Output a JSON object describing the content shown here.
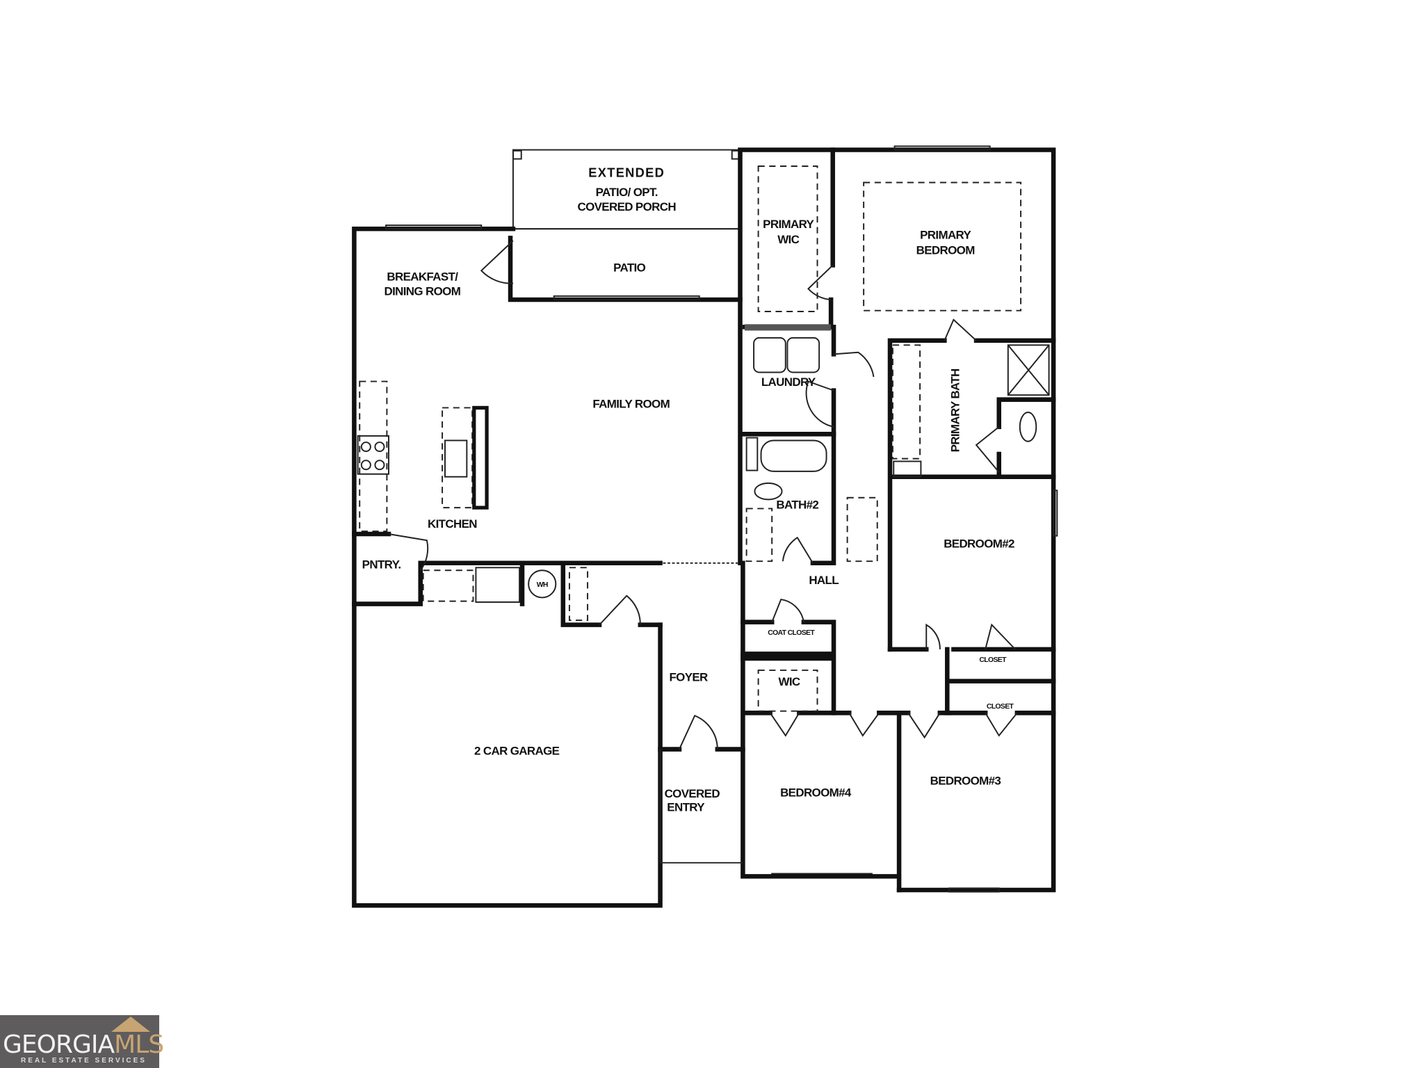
{
  "rooms": {
    "extended_1": "EXTENDED",
    "extended_2": "PATIO/ OPT.",
    "extended_3": "COVERED PORCH",
    "patio": "PATIO",
    "breakfast_1": "BREAKFAST/",
    "breakfast_2": "DINING ROOM",
    "family": "FAMILY ROOM",
    "kitchen": "KITCHEN",
    "pantry": "PNTRY.",
    "wh": "WH",
    "garage": "2 CAR GARAGE",
    "foyer": "FOYER",
    "covered_entry_1": "COVERED",
    "covered_entry_2": "ENTRY",
    "primary_wic_1": "PRIMARY",
    "primary_wic_2": "WIC",
    "primary_bedroom_1": "PRIMARY",
    "primary_bedroom_2": "BEDROOM",
    "laundry": "LAUNDRY",
    "primary_bath": "PRIMARY BATH",
    "bath2": "BATH#2",
    "hall": "HALL",
    "coat_closet": "COAT CLOSET",
    "wic": "WIC",
    "bedroom2": "BEDROOM#2",
    "closet_1": "CLOSET",
    "closet_2": "CLOSET",
    "bedroom3": "BEDROOM#3",
    "bedroom4": "BEDROOM#4"
  },
  "logo": {
    "main_a": "GEORGIA",
    "main_b": "MLS",
    "sub": "REAL ESTATE SERVICES",
    "colors": {
      "background": "#5e5c5d",
      "accent": "#c7a472"
    }
  }
}
